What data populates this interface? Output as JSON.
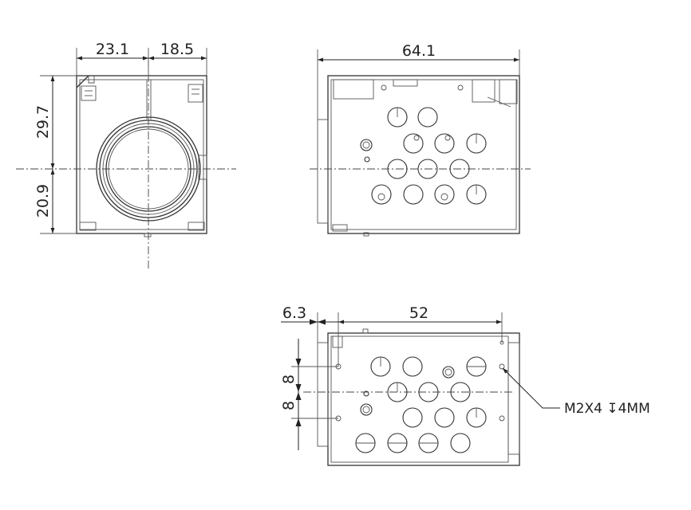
{
  "front_view": {
    "width_left": "23.1",
    "width_right": "18.5",
    "height_top": "29.7",
    "height_bottom": "20.9"
  },
  "side_view": {
    "length": "64.1"
  },
  "bottom_view": {
    "offset": "6.3",
    "spacing": "52",
    "pitch_1": "8",
    "pitch_2": "8",
    "thread_note": "M2X4 ↧4MM"
  }
}
